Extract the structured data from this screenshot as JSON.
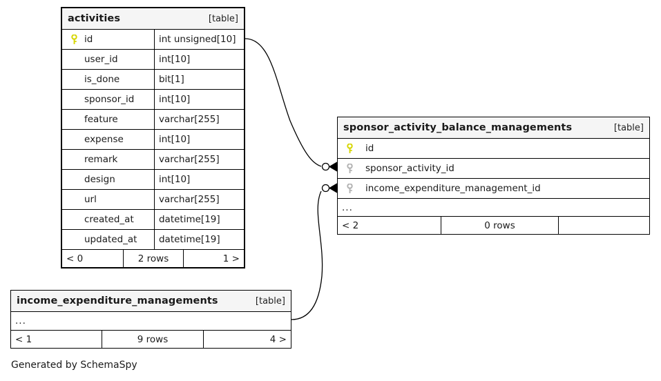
{
  "diagram": {
    "credit": "Generated by SchemaSpy",
    "table_tag": "[table]",
    "ellipsis": "...",
    "pk_icon": "primary-key-icon",
    "fk_icon": "foreign-key-icon",
    "pk_color": "#d6d600",
    "fk_color": "#b3b3b3",
    "header_bg": "#f5f5f5",
    "line_color": "#000000"
  },
  "tables": [
    {
      "id": "activities",
      "name": "activities",
      "tag": "[table]",
      "columns": [
        {
          "key": "pk",
          "name": "id",
          "type": "int unsigned[10]"
        },
        {
          "key": "",
          "name": "user_id",
          "type": "int[10]"
        },
        {
          "key": "",
          "name": "is_done",
          "type": "bit[1]"
        },
        {
          "key": "",
          "name": "sponsor_id",
          "type": "int[10]"
        },
        {
          "key": "",
          "name": "feature",
          "type": "varchar[255]"
        },
        {
          "key": "",
          "name": "expense",
          "type": "int[10]"
        },
        {
          "key": "",
          "name": "remark",
          "type": "varchar[255]"
        },
        {
          "key": "",
          "name": "design",
          "type": "int[10]"
        },
        {
          "key": "",
          "name": "url",
          "type": "varchar[255]"
        },
        {
          "key": "",
          "name": "created_at",
          "type": "datetime[19]"
        },
        {
          "key": "",
          "name": "updated_at",
          "type": "datetime[19]"
        }
      ],
      "footer": {
        "left": "< 0",
        "center": "2 rows",
        "right": "1 >"
      }
    },
    {
      "id": "sponsor_activity_balance_managements",
      "name": "sponsor_activity_balance_managements",
      "tag": "[table]",
      "columns": [
        {
          "key": "pk",
          "name": "id",
          "type": ""
        },
        {
          "key": "fk",
          "name": "sponsor_activity_id",
          "type": ""
        },
        {
          "key": "fk",
          "name": "income_expenditure_management_id",
          "type": ""
        }
      ],
      "has_ellipsis": true,
      "footer": {
        "left": "< 2",
        "center": "0 rows",
        "right": ""
      }
    },
    {
      "id": "income_expenditure_managements",
      "name": "income_expenditure_managements",
      "tag": "[table]",
      "columns": [],
      "has_ellipsis": true,
      "footer": {
        "left": "< 1",
        "center": "9 rows",
        "right": "4 >"
      }
    }
  ],
  "relationships": [
    {
      "from": "activities.id",
      "to": "sponsor_activity_balance_managements.sponsor_activity_id",
      "notation": "crows-foot-zero-or-many"
    },
    {
      "from": "income_expenditure_managements",
      "to": "sponsor_activity_balance_managements.income_expenditure_management_id",
      "notation": "crows-foot-zero-or-many"
    }
  ]
}
